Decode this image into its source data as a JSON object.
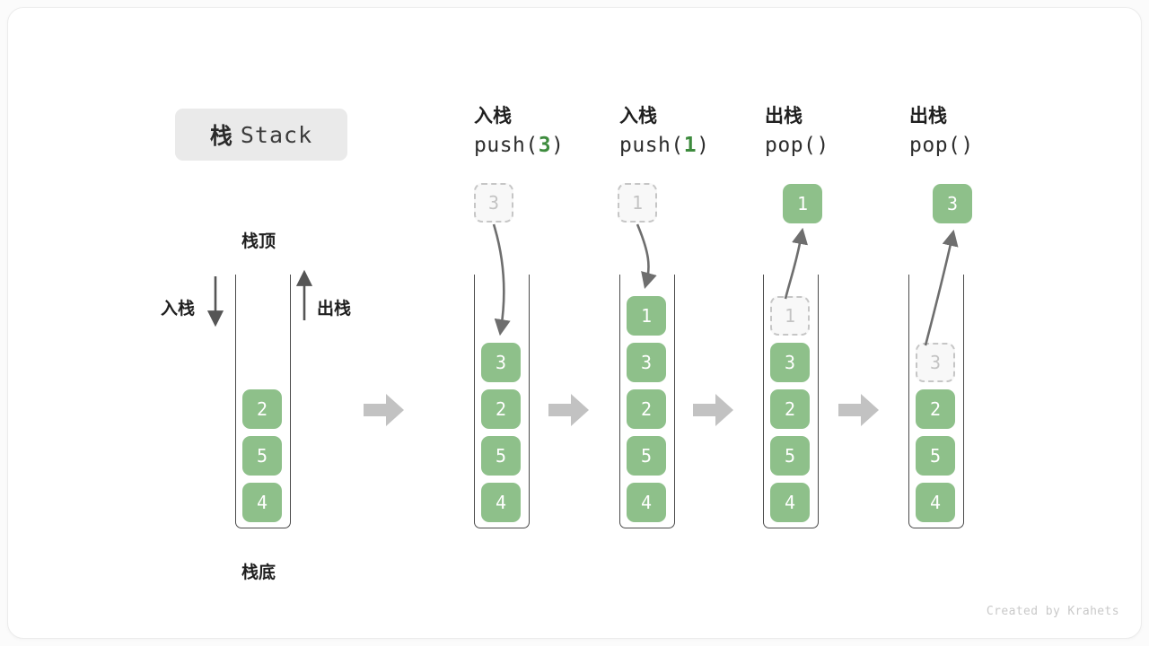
{
  "title": {
    "cn": "栈",
    "en": "Stack"
  },
  "left_panel": {
    "top_label": "栈顶",
    "bottom_label": "栈底",
    "push_label": "入栈",
    "pop_label": "出栈",
    "push_arrow_icon": "arrow-down-icon",
    "pop_arrow_icon": "arrow-up-icon",
    "stack": [
      "2",
      "5",
      "4"
    ]
  },
  "step_arrow_icon": "arrow-right-block-icon",
  "columns": [
    {
      "op_cn": "入栈",
      "op_code_prefix": "push(",
      "op_code_arg": "3",
      "op_code_suffix": ")",
      "floating": {
        "value": "3",
        "style": "ghost"
      },
      "stack": [
        "3",
        "2",
        "5",
        "4"
      ],
      "stack_styles": [
        "solid",
        "solid",
        "solid",
        "solid"
      ],
      "wire": "push-arrow-down"
    },
    {
      "op_cn": "入栈",
      "op_code_prefix": "push(",
      "op_code_arg": "1",
      "op_code_suffix": ")",
      "floating": {
        "value": "1",
        "style": "ghost"
      },
      "stack": [
        "1",
        "3",
        "2",
        "5",
        "4"
      ],
      "stack_styles": [
        "solid",
        "solid",
        "solid",
        "solid",
        "solid"
      ],
      "wire": "push-arrow-down"
    },
    {
      "op_cn": "出栈",
      "op_code_prefix": "pop(",
      "op_code_arg": "",
      "op_code_suffix": ")",
      "floating": {
        "value": "1",
        "style": "solid"
      },
      "stack": [
        "1",
        "3",
        "2",
        "5",
        "4"
      ],
      "stack_styles": [
        "ghost",
        "solid",
        "solid",
        "solid",
        "solid"
      ],
      "wire": "pop-arrow-up"
    },
    {
      "op_cn": "出栈",
      "op_code_prefix": "pop(",
      "op_code_arg": "",
      "op_code_suffix": ")",
      "floating": {
        "value": "3",
        "style": "solid"
      },
      "stack": [
        "3",
        "2",
        "5",
        "4"
      ],
      "stack_styles": [
        "ghost",
        "solid",
        "solid",
        "solid"
      ],
      "wire": "pop-arrow-up-long"
    }
  ],
  "credit": "Created by Krahets",
  "colors": {
    "cell_green": "#8ec08a",
    "arg_green": "#3d8b3d",
    "ghost_border": "#c6c6c6",
    "ghost_text": "#c3c3c3",
    "badge_bg": "#eaeaea",
    "stroke": "#6e6e6e",
    "step_arrow": "#c2c2c2"
  }
}
